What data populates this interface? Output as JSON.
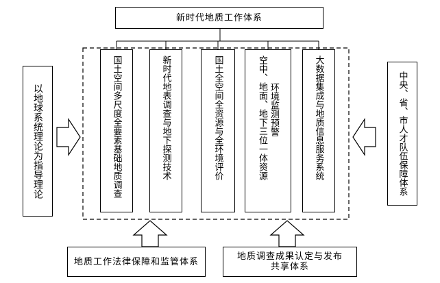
{
  "top_box": {
    "label": "新时代地质工作体系"
  },
  "columns": [
    {
      "lines": [
        "国土空间多尺度全要素基础地质调查"
      ]
    },
    {
      "lines": [
        "新时代地表调查与地下探测技术"
      ]
    },
    {
      "lines": [
        "国土全空间全资源与全环境评价"
      ]
    },
    {
      "lines": [
        "空中、地面、地下三位一体资源",
        "环境监测预警"
      ]
    },
    {
      "lines": [
        "大数据集成与地质信息服务系统"
      ]
    }
  ],
  "left_box": {
    "label": "以地球系统理论为指导理论"
  },
  "right_box": {
    "label": "中央、省、市人才队伍保障体系"
  },
  "bottom_left_box": {
    "label": "地质工作法律保障和监管体系"
  },
  "bottom_right_box": {
    "lines": [
      "地质调查成果认定与发布",
      "共享体系"
    ]
  }
}
